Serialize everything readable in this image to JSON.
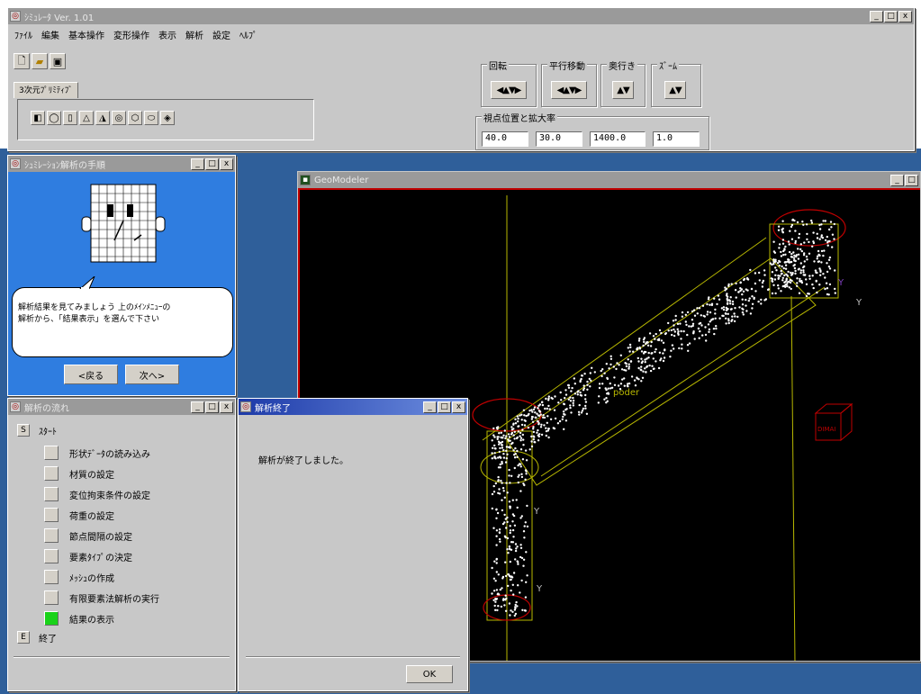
{
  "main_window": {
    "title": "ｼﾐｭﾚｰﾀ  Ver. 1.01",
    "menu": [
      "ﾌｧｲﾙ",
      "編集",
      "基本操作",
      "変形操作",
      "表示",
      "解析",
      "設定",
      "ﾍﾙﾌﾟ"
    ],
    "tab_label": "3次元ﾌﾟﾘﾐﾃｨﾌﾞ",
    "view_group": {
      "rotate_label": "回転",
      "pan_label": "平行移動",
      "depth_label": "奥行き",
      "zoom_label": "ｽﾞｰﾑ",
      "lr_glyph": "◀▲▼▶",
      "ud_glyph": "▲▼"
    },
    "viewpoint_group": {
      "label": "視点位置と拡大率",
      "values": [
        "40.0",
        "30.0",
        "1400.0",
        "1.0"
      ]
    },
    "window_buttons": {
      "min": "_",
      "max": "□",
      "close": "x"
    }
  },
  "guide_window": {
    "title": "ｼｭﾐﾚｰｼｮﾝ解析の手順",
    "message_line1": "解析結果を見てみましょう 上のﾒｲﾝﾒﾆｭｰの",
    "message_line2": "解析から、「結果表示」を選んで下さい",
    "back_label": "<戻る",
    "next_label": "次へ>"
  },
  "steps_window": {
    "title": "解析の流れ",
    "start_label": "ｽﾀｰﾄ",
    "start_mark": "S",
    "end_label": "終了",
    "end_mark": "E",
    "steps": [
      {
        "label": "形状ﾃﾞｰﾀの読み込み",
        "done": false
      },
      {
        "label": "材質の設定",
        "done": false
      },
      {
        "label": "変位拘束条件の設定",
        "done": false
      },
      {
        "label": "荷重の設定",
        "done": false
      },
      {
        "label": "節点間隔の設定",
        "done": false
      },
      {
        "label": "要素ﾀｲﾌﾟの決定",
        "done": false
      },
      {
        "label": "ﾒｯｼｭの作成",
        "done": false
      },
      {
        "label": "有限要素法解析の実行",
        "done": false
      },
      {
        "label": "結果の表示",
        "done": true
      }
    ]
  },
  "complete_dialog": {
    "title": "解析終了",
    "message": "解析が終了しました。",
    "ok_label": "OK"
  },
  "viewer_window": {
    "title": "GeoModeler",
    "label_y1": "Y",
    "label_y2": "Y",
    "label_y3": "Y",
    "label_y4": "Y",
    "label_poder": "poder",
    "cube_label": "DIMAI",
    "colors": {
      "background": "#000000",
      "wireframe": "#b8b800",
      "outline": "#c00000",
      "points": "#ffffff",
      "axis_magenta": "#8040c0"
    }
  },
  "colors": {
    "desktop": "#2f5f9a",
    "face": "#c8c8c8",
    "guide_panel": "#2f7de0",
    "step_done": "#19d219"
  }
}
